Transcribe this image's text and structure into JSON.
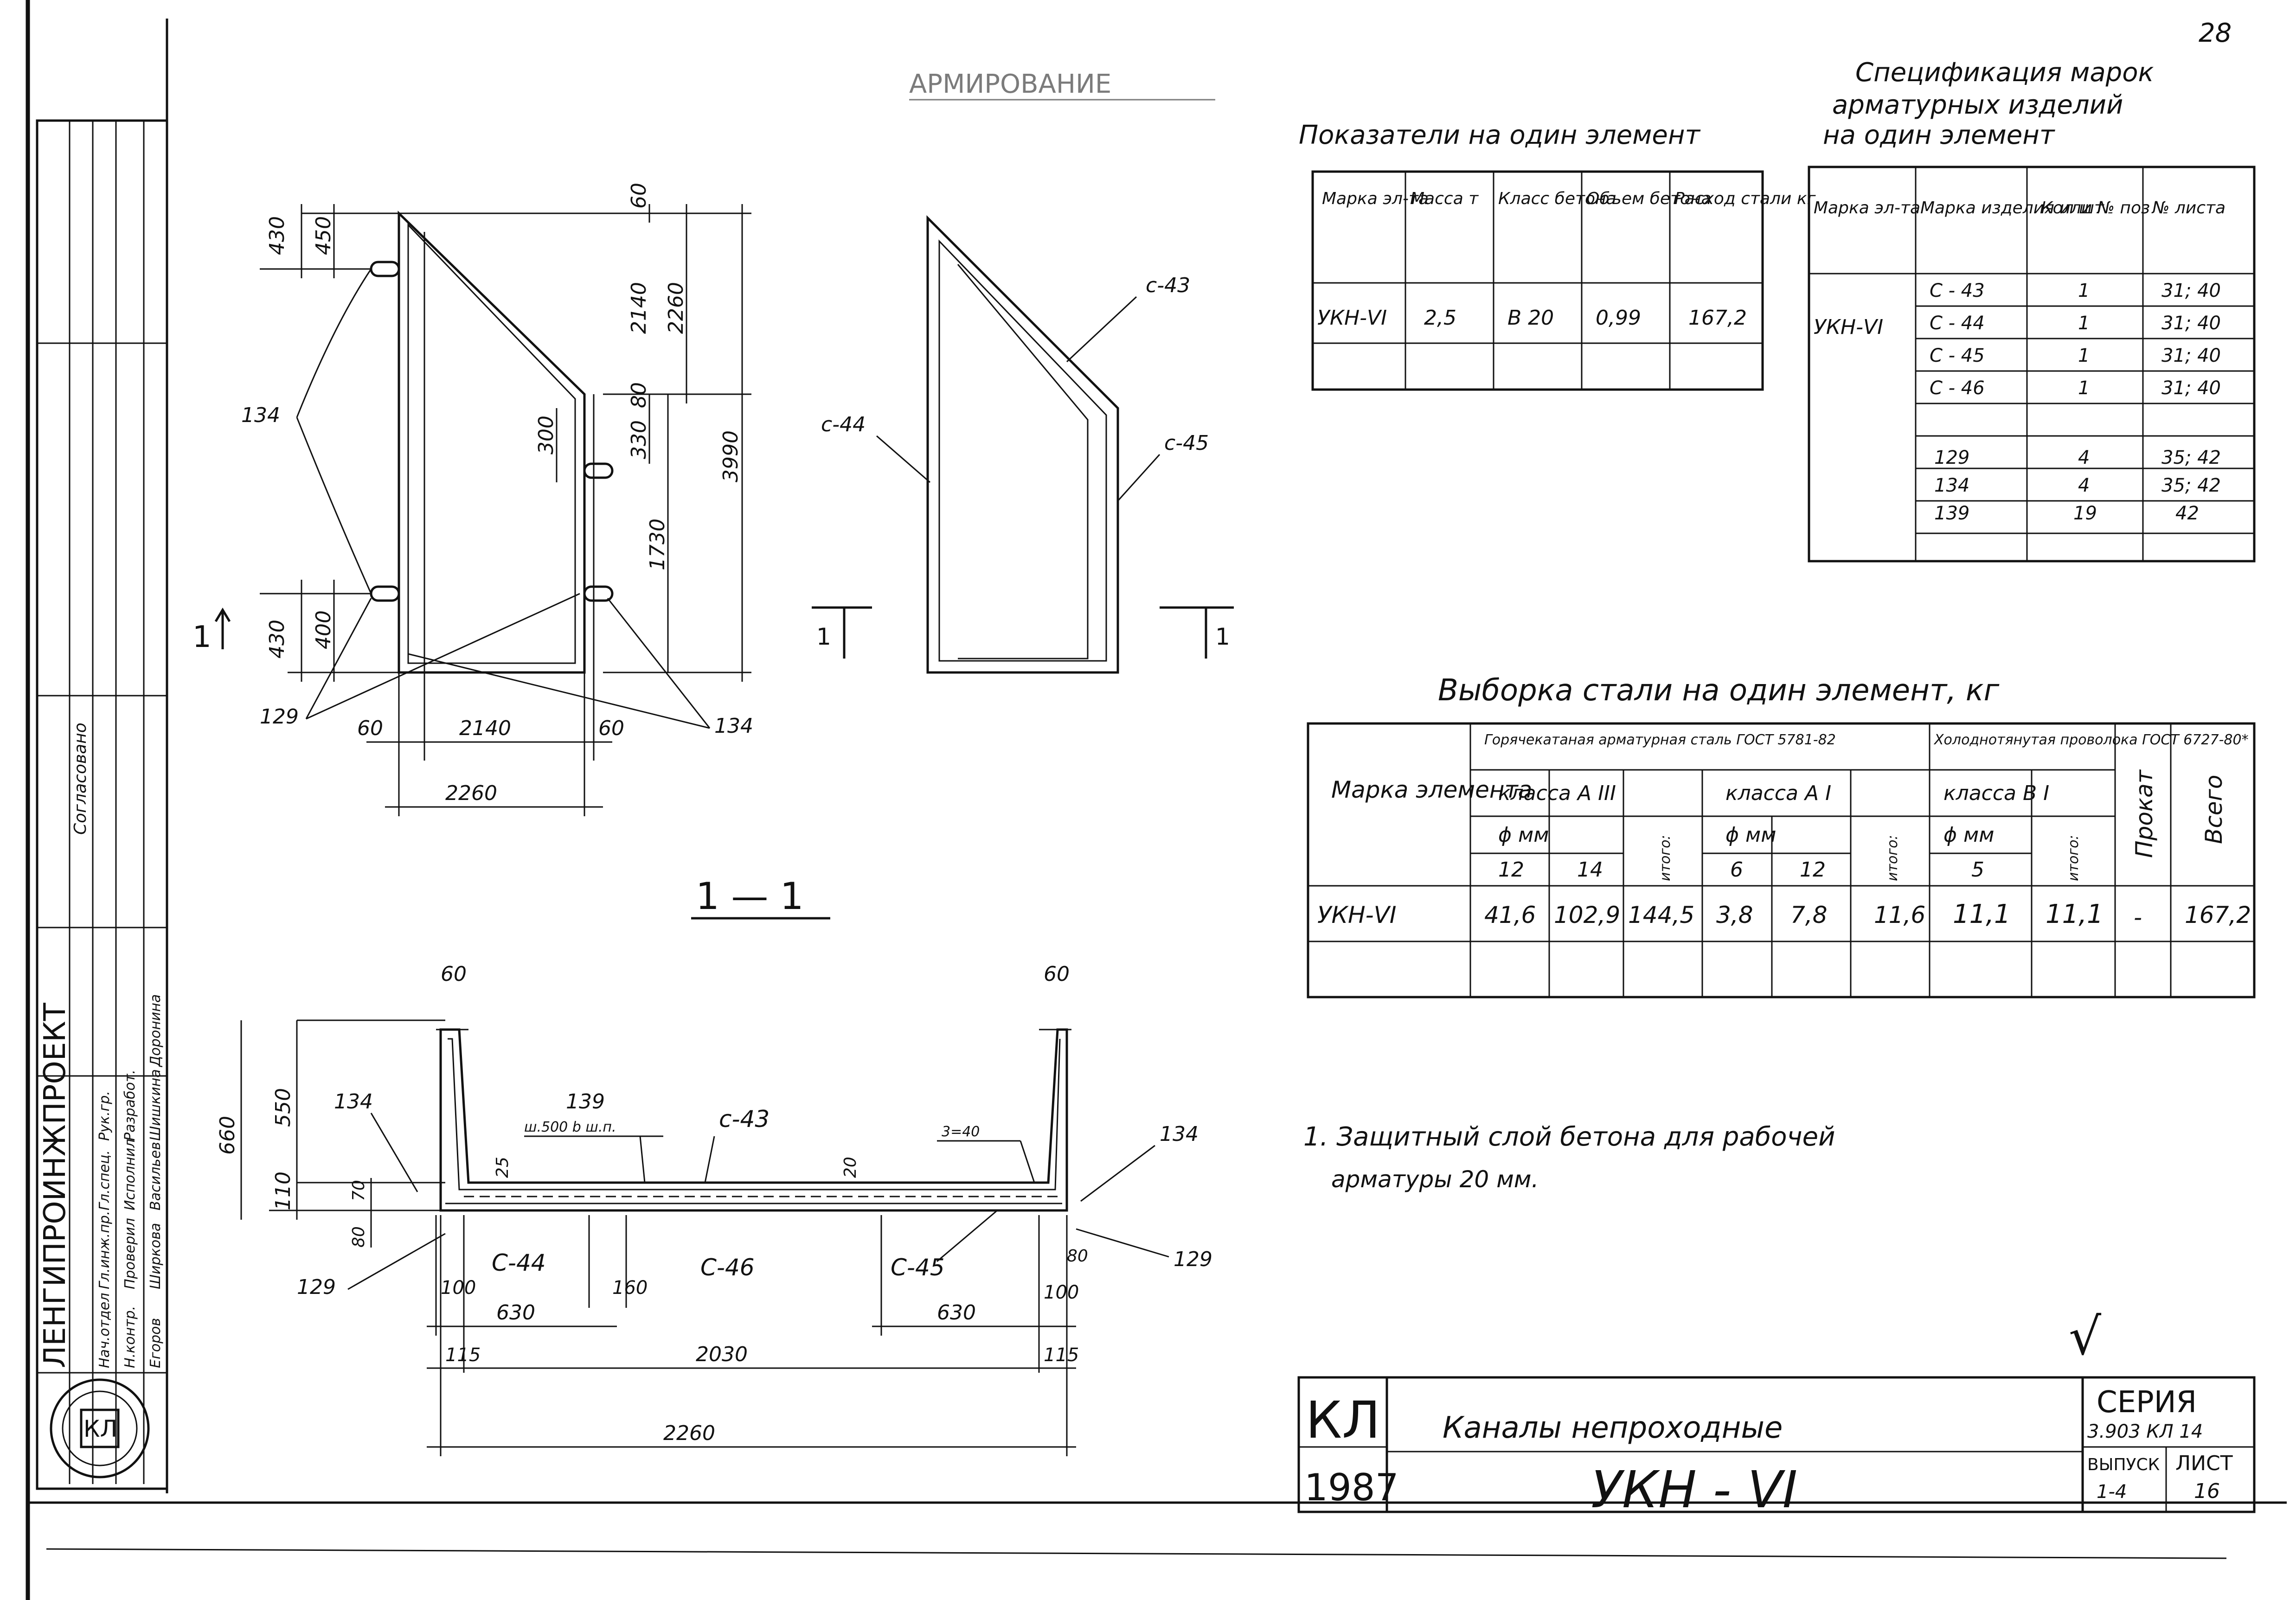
{
  "sheet_number_top": "28",
  "top_heading": "АРМИРОВАНИЕ",
  "left_stamp": {
    "org": "ЛЕНГИПРОИНЖПРОЕКТ",
    "agreed": "Согласовано",
    "roles": [
      "Нач.отдел",
      "Гл.инж.пр.",
      "Гл.спец.",
      "Рук.гр.",
      "Н.контр.",
      "Проверил",
      "Исполнил",
      "Разработ."
    ],
    "names": [
      "Егоров",
      "Ширкова",
      "Васильев",
      "Шишкина",
      "Доронина"
    ]
  },
  "elevation": {
    "dims": [
      "430",
      "450",
      "60",
      "2140",
      "2260",
      "300",
      "80",
      "330",
      "3990",
      "1730",
      "430",
      "400",
      "60",
      "2140",
      "60",
      "2260"
    ],
    "bar_labels": [
      "134",
      "129",
      "134"
    ],
    "section_mark": "1"
  },
  "side_view": {
    "labels": [
      "с-43",
      "с-44",
      "с-45"
    ],
    "section_mark": "1"
  },
  "section": {
    "title": "1 — 1",
    "dims": [
      "60",
      "60",
      "660",
      "550",
      "110",
      "80",
      "70",
      "25",
      "20",
      "80",
      "100",
      "630",
      "160",
      "630",
      "100",
      "115",
      "2030",
      "115",
      "2260"
    ],
    "labels": [
      "134",
      "139",
      "ш.500 b ш.п.",
      "с-43",
      "3=40",
      "134",
      "129",
      "С-44",
      "С-46",
      "С-45",
      "129"
    ]
  },
  "mass_table": {
    "caption": "Показатели на один элемент",
    "headers": [
      "Марка эл-та",
      "Масса т",
      "Класс бетона",
      "Объем бетона",
      "Расход стали кг"
    ],
    "row": [
      "УКН-VI",
      "2,5",
      "B 20",
      "0,99",
      "167,2"
    ]
  },
  "spec_table": {
    "caption_1": "Спецификация марок",
    "caption_2": "арматурных изделий",
    "caption_3": "на один элемент",
    "headers": [
      "Марка эл-та",
      "Марка изделия или № поз",
      "Кол шт",
      "№ листа"
    ],
    "element": "УКН-VI",
    "rows": [
      [
        "С - 43",
        "1",
        "31; 40"
      ],
      [
        "С - 44",
        "1",
        "31; 40"
      ],
      [
        "С - 45",
        "1",
        "31; 40"
      ],
      [
        "С - 46",
        "1",
        "31; 40"
      ],
      [
        "",
        "",
        ""
      ],
      [
        "129",
        "4",
        "35; 42"
      ],
      [
        "134",
        "4",
        "35; 42"
      ],
      [
        "139",
        "19",
        "42"
      ]
    ]
  },
  "steel_table": {
    "caption": "Выборка стали на один элемент, кг",
    "col_mark": "Марка элемента",
    "group1": "Горячекатаная арматурная сталь ГОСТ 5781-82",
    "group2": "Холоднотянутая проволока ГОСТ 6727-80*",
    "class_a3": "класса А III",
    "class_a1": "класса А I",
    "class_v1": "класса В I",
    "phi": "ϕ мм",
    "itogo": "итого:",
    "prokat": "Прокат",
    "vsego": "Всего",
    "diameters": [
      "12",
      "14",
      "6",
      "12",
      "5"
    ],
    "row": [
      "УКН-VI",
      "41,6",
      "102,9",
      "144,5",
      "3,8",
      "7,8",
      "11,6",
      "11,1",
      "11,1",
      "-",
      "167,2"
    ]
  },
  "note": {
    "line1": "1. Защитный слой бетона для рабочей",
    "line2": "арматуры 20 мм."
  },
  "title_block": {
    "code": "КЛ",
    "year": "1987",
    "name": "Каналы непроходные",
    "mark": "УКН - VI",
    "series_label": "СЕРИЯ",
    "series": "3.903 КЛ 14",
    "issue_label": "ВЫПУСК",
    "issue": "1-4",
    "sheet_label": "ЛИСТ",
    "sheet": "16"
  },
  "check_mark": "√"
}
